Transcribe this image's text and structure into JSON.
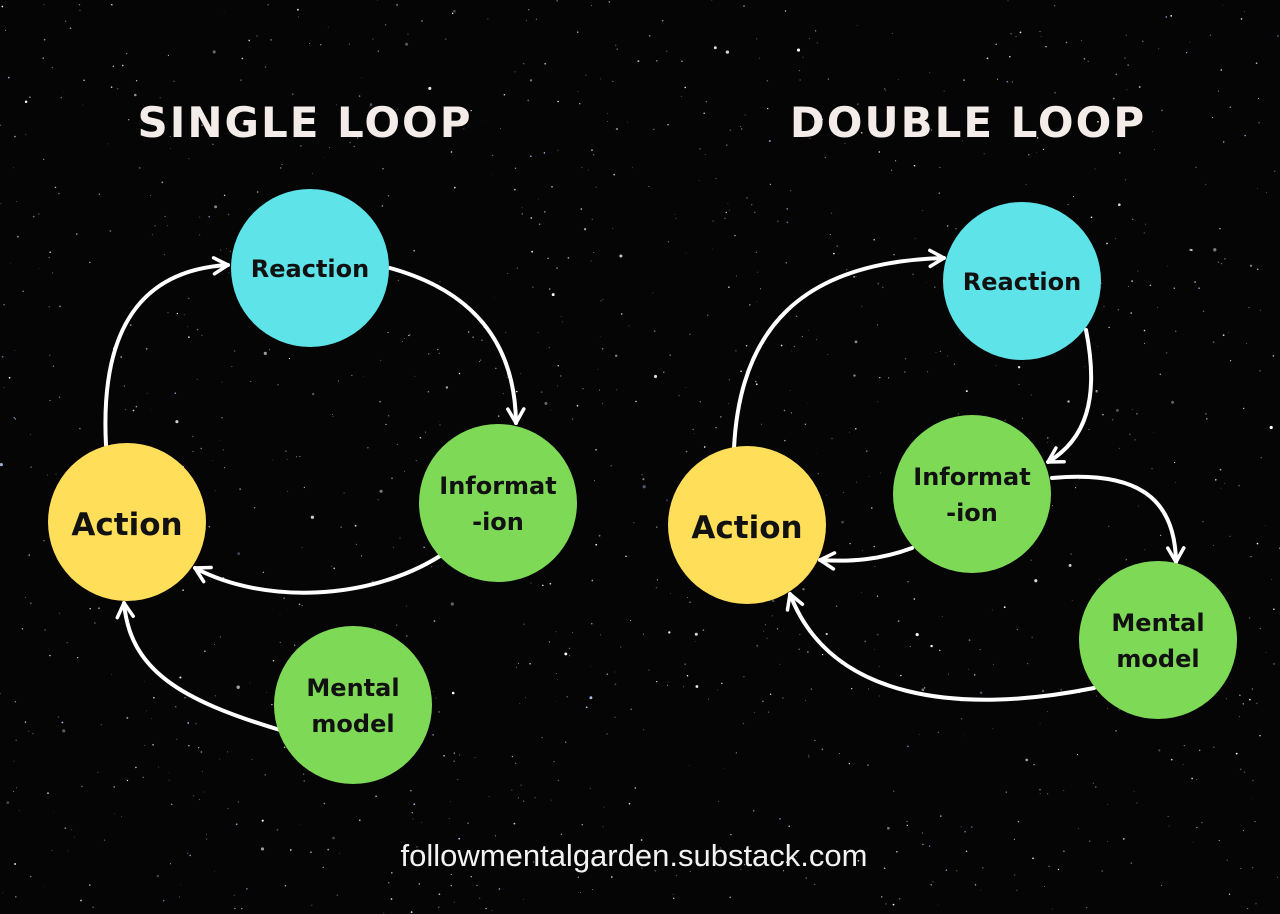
{
  "diagrams": [
    {
      "title": "SINGLE LOOP",
      "nodes": [
        {
          "id": "reaction",
          "label": "Reaction",
          "color": "#5ee3e8"
        },
        {
          "id": "information",
          "label_lines": [
            "Informat",
            "-ion"
          ],
          "color": "#7ed957"
        },
        {
          "id": "action",
          "label": "Action",
          "color": "#ffde59"
        },
        {
          "id": "mental-model",
          "label_lines": [
            "Mental",
            "model"
          ],
          "color": "#7ed957"
        }
      ]
    },
    {
      "title": "DOUBLE LOOP",
      "nodes": [
        {
          "id": "reaction",
          "label": "Reaction",
          "color": "#5ee3e8"
        },
        {
          "id": "information",
          "label_lines": [
            "Informat",
            "-ion"
          ],
          "color": "#7ed957"
        },
        {
          "id": "action",
          "label": "Action",
          "color": "#ffde59"
        },
        {
          "id": "mental-model",
          "label_lines": [
            "Mental",
            "model"
          ],
          "color": "#7ed957"
        }
      ]
    }
  ],
  "footer": "followmentalgarden.substack.com",
  "colors": {
    "background": "#050506",
    "arrow": "#ffffff",
    "title": "#f3ece8"
  }
}
